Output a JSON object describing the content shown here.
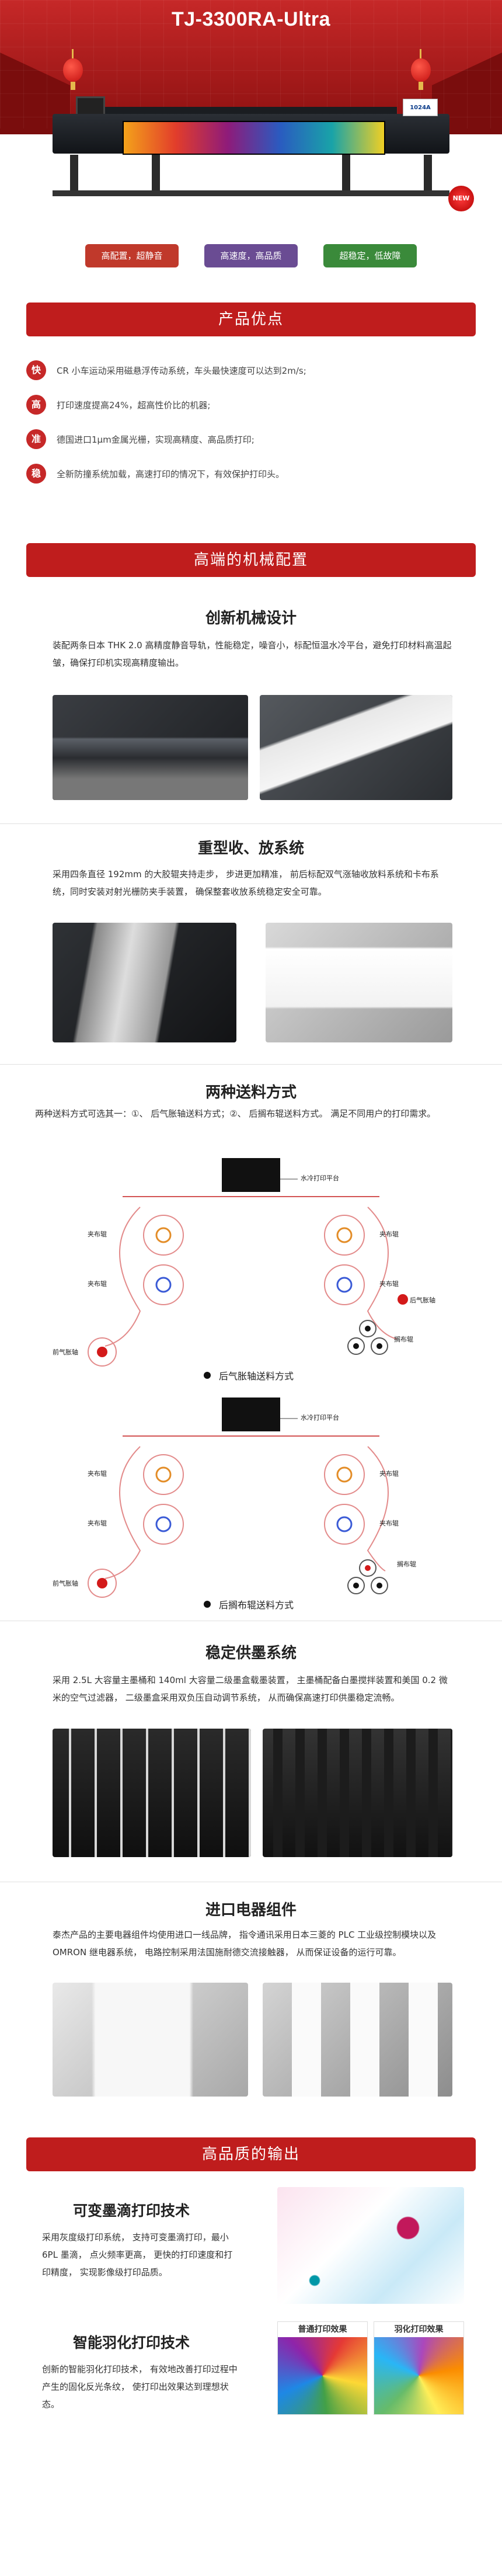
{
  "hero": {
    "title": "TJ-3300RA-Ultra",
    "machine_logo": "1024A",
    "new_badge": "NEW",
    "pills": [
      {
        "label": "高配置，超静音",
        "color": "#c0392b"
      },
      {
        "label": "高速度，高品质",
        "color": "#6a4c93"
      },
      {
        "label": "超稳定，低故障",
        "color": "#3a8a3a"
      }
    ]
  },
  "advantages": {
    "title": "产品优点",
    "items": [
      {
        "badge": "快",
        "text": "CR 小车运动采用磁悬浮传动系统，车头最快速度可以达到2m/s;"
      },
      {
        "badge": "高",
        "text": "打印速度提高24%，超高性价比的机器;"
      },
      {
        "badge": "准",
        "text": "德国进口1μm金属光栅，实现高精度、高品质打印;"
      },
      {
        "badge": "稳",
        "text": "全新防撞系统加载，高速打印的情况下，有效保护打印头。"
      }
    ]
  },
  "mechanical": {
    "title": "高端的机械配置",
    "innovative": {
      "title": "创新机械设计",
      "desc": "装配两条日本 THK 2.0 高精度静音导轨，性能稳定，噪音小，标配恒温水冷平台，避免打印材料高温起皱，确保打印机实现高精度输出。"
    },
    "roll": {
      "title": "重型收、放系统",
      "desc": "采用四条直径 192mm 的大胶辊夹持走步， 步进更加精准， 前后标配双气涨轴收放料系统和卡布系统，同时安装对射光栅防夹手装置， 确保整套收放系统稳定安全可靠。"
    },
    "feed": {
      "title": "两种送料方式",
      "desc": "两种送料方式可选其一：①、 后气胀轴送料方式；②、 后搁布辊送料方式。 满足不同用户的打印需求。",
      "labels": {
        "platform": "水冷打印平台",
        "clamp": "夹布辊",
        "rear_shaft": "后气胀轴",
        "front_shaft": "前气胀轴",
        "cloth_roller": "搁布辊"
      },
      "caption1": "后气胀轴送料方式",
      "caption2": "后搁布辊送料方式"
    },
    "ink": {
      "title": "稳定供墨系统",
      "desc": "采用 2.5L 大容量主墨桶和 140ml 大容量二级墨盒载墨装置， 主墨桶配备白墨搅拌装置和美国 0.2 微米的空气过滤器， 二级墨盒采用双负压自动调节系统， 从而确保高速打印供墨稳定流畅。"
    },
    "electric": {
      "title": "进口电器组件",
      "desc": "泰杰产品的主要电器组件均使用进口一线品牌， 指令通讯采用日本三菱的 PLC 工业级控制模块以及 OMRON 继电器系统， 电路控制采用法国施耐德交流接触器， 从而保证设备的运行可靠。"
    }
  },
  "quality": {
    "title": "高品质的输出",
    "variable": {
      "title": "可变墨滴打印技术",
      "desc": "采用灰度级打印系统， 支持可变墨滴打印，最小 6PL 墨滴， 点火频率更高， 更快的打印速度和打印精度， 实现影像级打印品质。"
    },
    "feather": {
      "title": "智能羽化打印技术",
      "desc": "创新的智能羽化打印技术， 有效地改善打印过程中产生的固化反光条纹， 使打印出效果达到理想状态。",
      "compare_left": "普通打印效果",
      "compare_right": "羽化打印效果"
    }
  }
}
